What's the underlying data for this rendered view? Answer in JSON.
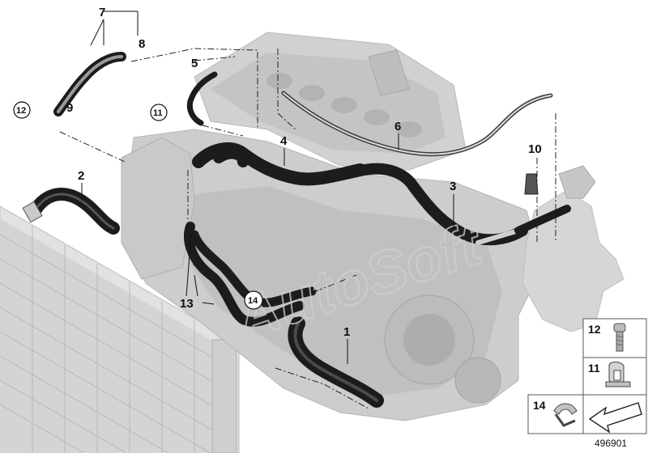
{
  "diagram": {
    "callouts": [
      {
        "id": "1",
        "label": "1"
      },
      {
        "id": "2",
        "label": "2"
      },
      {
        "id": "3",
        "label": "3"
      },
      {
        "id": "4",
        "label": "4"
      },
      {
        "id": "5",
        "label": "5"
      },
      {
        "id": "6",
        "label": "6"
      },
      {
        "id": "7",
        "label": "7"
      },
      {
        "id": "8",
        "label": "8"
      },
      {
        "id": "9",
        "label": "9"
      },
      {
        "id": "10",
        "label": "10"
      },
      {
        "id": "11",
        "label": "11"
      },
      {
        "id": "12",
        "label": "12"
      },
      {
        "id": "13",
        "label": "13"
      },
      {
        "id": "14",
        "label": "14"
      }
    ],
    "legend": [
      {
        "label": "12",
        "icon": "bolt-icon"
      },
      {
        "label": "11",
        "icon": "clip-icon"
      },
      {
        "label": "14",
        "icon": "clamp-icon"
      }
    ],
    "arrow_icon": "arrow-icon",
    "diagram_number": "496901",
    "watermark": "AutoSoft",
    "colors": {
      "hose": "#1c1c1c",
      "engine": "#c8c8c8",
      "engine_dark": "#a6a6a6",
      "radiator": "#d9d9d9"
    }
  }
}
